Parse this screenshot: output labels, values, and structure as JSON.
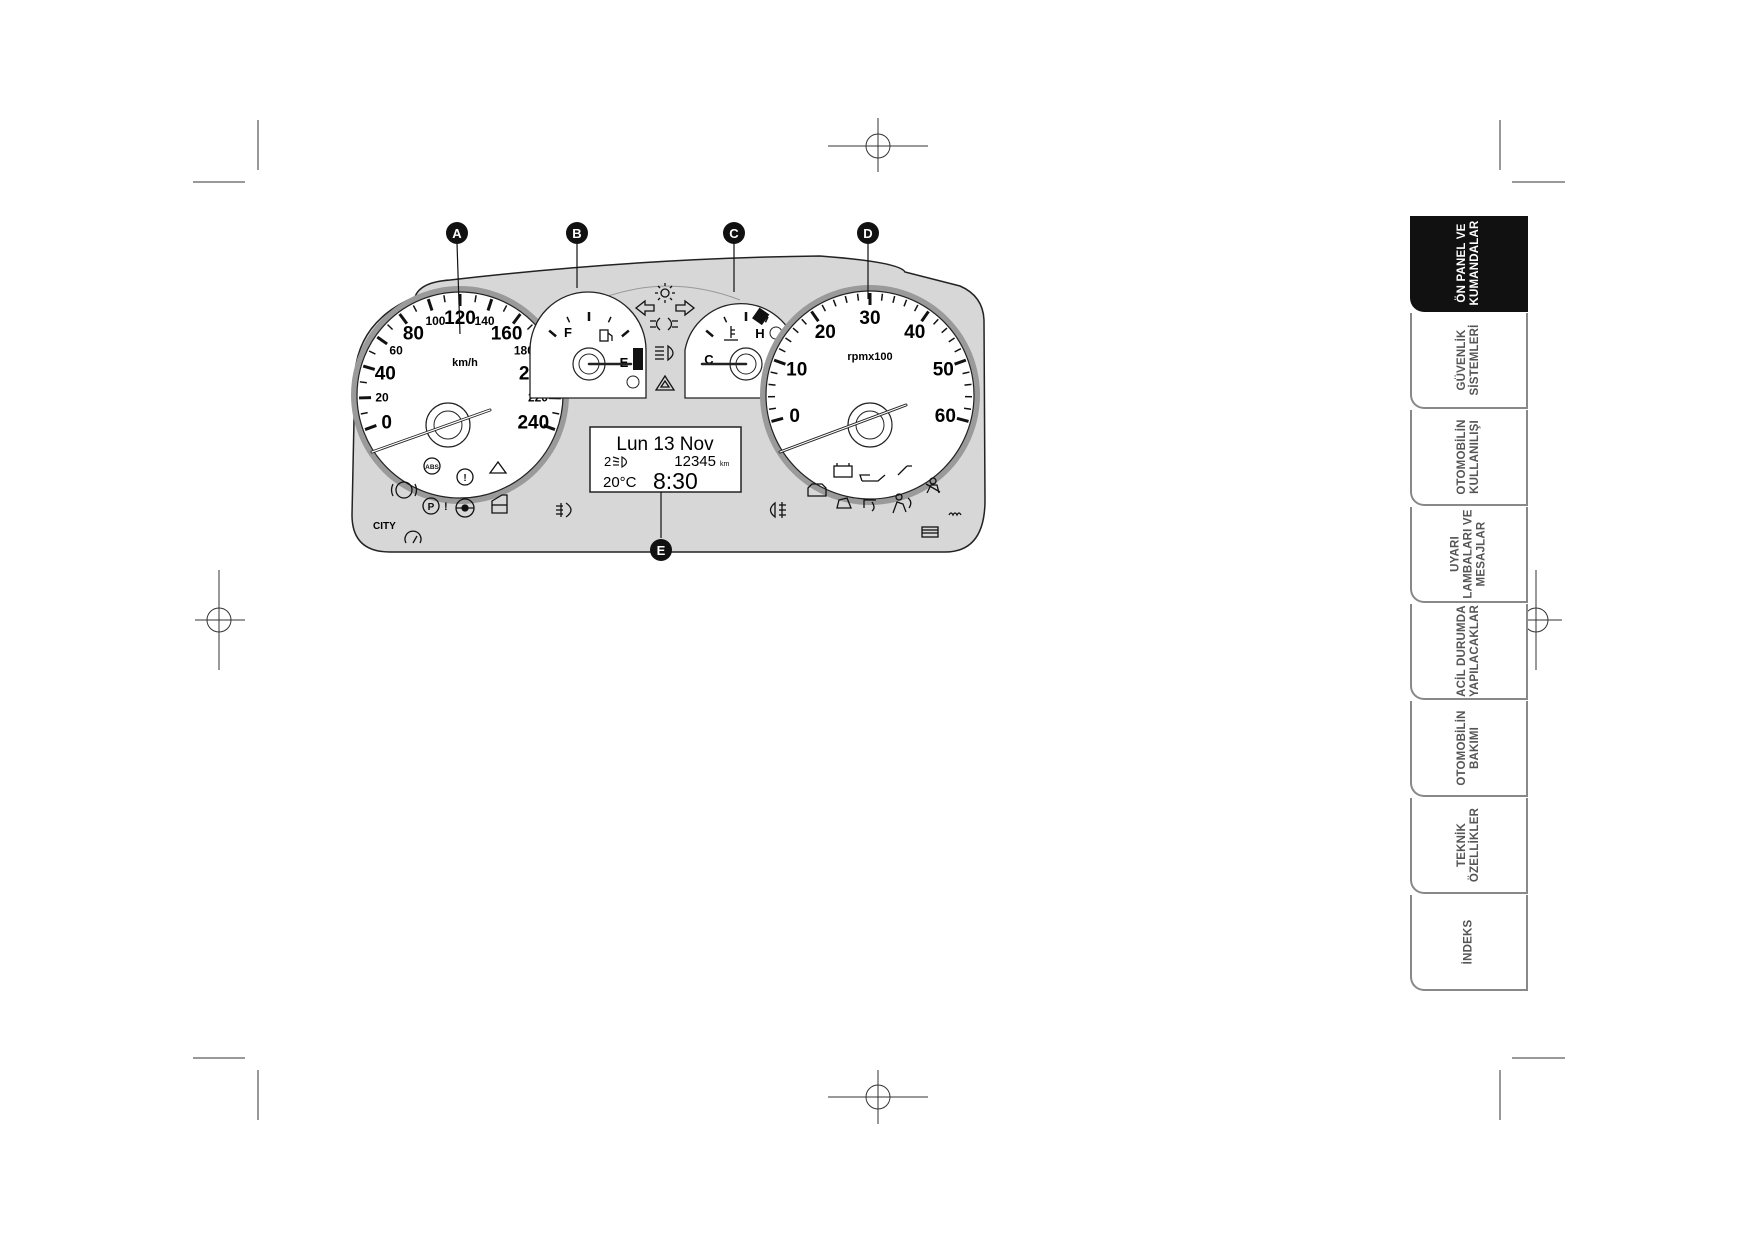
{
  "callouts": {
    "a": "A",
    "b": "B",
    "c": "C",
    "d": "D",
    "e": "E"
  },
  "speedometer": {
    "ticks": [
      "0",
      "20",
      "40",
      "60",
      "80",
      "100",
      "120",
      "140",
      "160",
      "180",
      "200",
      "220",
      "240"
    ],
    "unit": "km/h",
    "city_label": "CITY"
  },
  "fuel_gauge": {
    "full_label": "F",
    "empty_label": "E"
  },
  "temp_gauge": {
    "cold_label": "C",
    "hot_label": "H"
  },
  "tachometer": {
    "ticks": [
      "0",
      "10",
      "20",
      "30",
      "40",
      "50",
      "60"
    ],
    "unit": "rpmx100"
  },
  "display": {
    "date": "Lun 13 Nov",
    "light_level": "2",
    "odometer": "12345",
    "odometer_unit": "km",
    "temperature": "20°C",
    "time": "8:30"
  },
  "warning_lights": {
    "abs": "ABS",
    "park_brake": "P",
    "park_brake_mark": "!"
  },
  "tabs": [
    {
      "lines": [
        "ÖN PANEL VE",
        "KUMANDALAR"
      ],
      "active": true
    },
    {
      "lines": [
        "GÜVENLİK",
        "SİSTEMLERİ"
      ],
      "active": false
    },
    {
      "lines": [
        "OTOMOBİLİN",
        "KULLANILIŞI"
      ],
      "active": false
    },
    {
      "lines": [
        "UYARI",
        "LAMBALARI VE",
        "MESAJLAR"
      ],
      "active": false
    },
    {
      "lines": [
        "ACİL DURUMDA",
        "YAPILACAKLAR"
      ],
      "active": false
    },
    {
      "lines": [
        "OTOMOBİLİN",
        "BAKIMI"
      ],
      "active": false
    },
    {
      "lines": [
        "TEKNİK",
        "ÖZELLİKLER"
      ],
      "active": false
    },
    {
      "lines": [
        "İNDEKS"
      ],
      "active": false
    }
  ],
  "colors": {
    "panel": "#d7d7d7",
    "dial": "#ffffff",
    "ink": "#111111",
    "active_tab": "#111111"
  }
}
